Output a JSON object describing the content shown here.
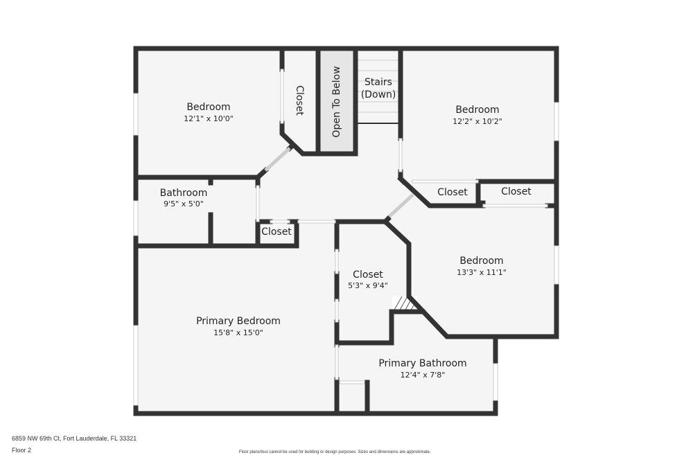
{
  "rooms": {
    "bedroom_nw": {
      "name": "Bedroom",
      "dims": "12'1\" x 10'0\""
    },
    "closet_nw": {
      "name": "Closet"
    },
    "open_below": {
      "name": "Open To Below"
    },
    "stairs": {
      "name": "Stairs",
      "sub": "(Down)"
    },
    "bedroom_ne": {
      "name": "Bedroom",
      "dims": "12'2\" x 10'2\""
    },
    "bathroom": {
      "name": "Bathroom",
      "dims": "9'5\" x 5'0\""
    },
    "closet_small": {
      "name": "Closet"
    },
    "closet_ne1": {
      "name": "Closet"
    },
    "closet_ne2": {
      "name": "Closet"
    },
    "bedroom_e": {
      "name": "Bedroom",
      "dims": "13'3\" x 11'1\""
    },
    "closet_center": {
      "name": "Closet",
      "dims": "5'3\" x 9'4\""
    },
    "primary_bedroom": {
      "name": "Primary Bedroom",
      "dims": "15'8\" x 15'0\""
    },
    "primary_bathroom": {
      "name": "Primary Bathroom",
      "dims": "12'4\" x 7'8\""
    }
  },
  "footer": {
    "address": "6859 NW 69th Ct, Fort Lauderdale, FL 33321",
    "floor": "Floor 2",
    "disclaimer": "Floor plans/tour cannot be used for building or design purposes. Sizes and dimensions are approximate."
  },
  "colors": {
    "wall": "#333333",
    "floor": "#f5f5f5",
    "open_below": "#e6e6e6"
  }
}
